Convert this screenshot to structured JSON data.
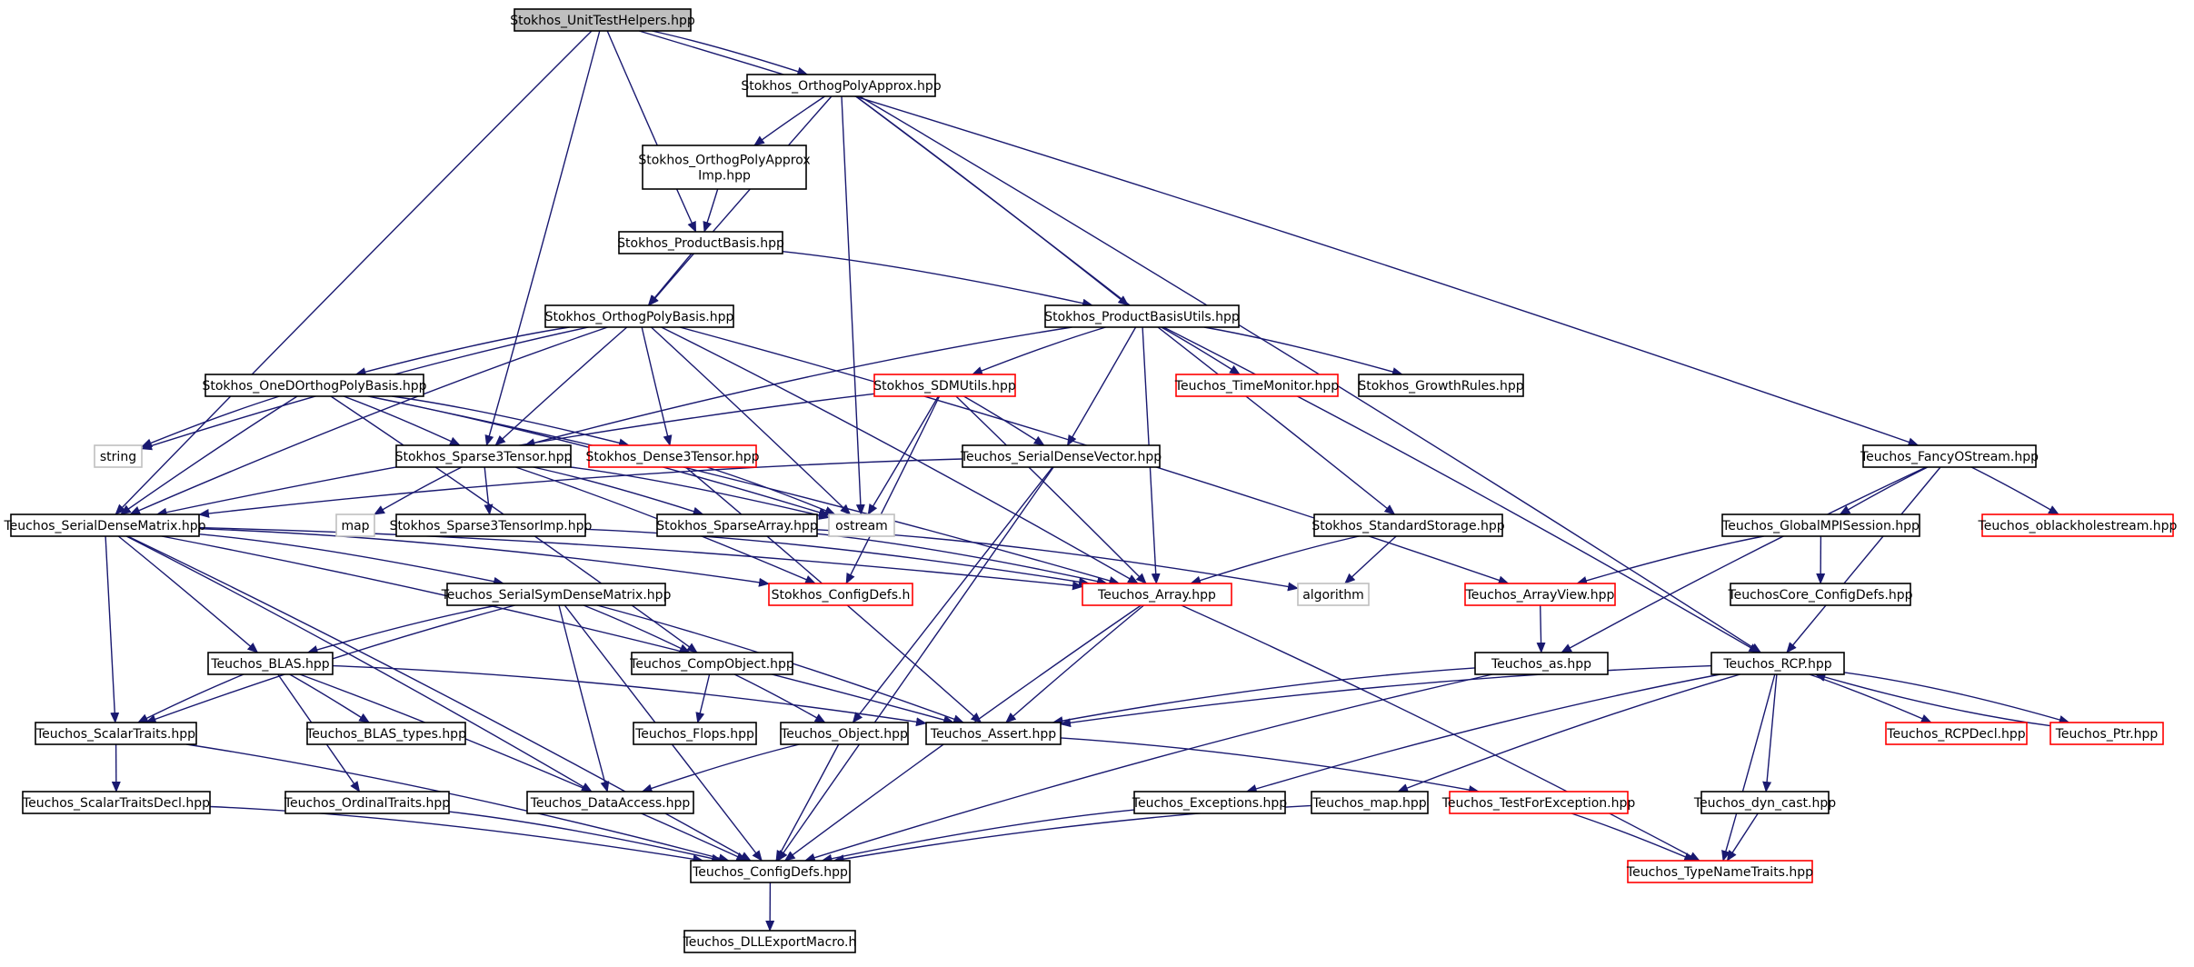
{
  "colors": {
    "edge": "#191970",
    "normal_border": "#000000",
    "truncated_border": "#ff0000",
    "system_border": "#bfbfbf",
    "root_fill": "#bfbfbf",
    "node_fill": "#ffffff"
  },
  "nodes": [
    {
      "id": "root",
      "lines": [
        "Stokhos_UnitTestHelpers.hpp"
      ],
      "style": "root"
    },
    {
      "id": "orthapprox",
      "lines": [
        "Stokhos_OrthogPolyApprox.hpp"
      ],
      "style": "normal"
    },
    {
      "id": "orthapproximp",
      "lines": [
        "Stokhos_OrthogPolyApprox",
        "Imp.hpp"
      ],
      "style": "normal"
    },
    {
      "id": "productbasis",
      "lines": [
        "Stokhos_ProductBasis.hpp"
      ],
      "style": "normal"
    },
    {
      "id": "orthbasis",
      "lines": [
        "Stokhos_OrthogPolyBasis.hpp"
      ],
      "style": "normal"
    },
    {
      "id": "pbutils",
      "lines": [
        "Stokhos_ProductBasisUtils.hpp"
      ],
      "style": "normal"
    },
    {
      "id": "oned",
      "lines": [
        "Stokhos_OneDOrthogPolyBasis.hpp"
      ],
      "style": "normal"
    },
    {
      "id": "sdmutils",
      "lines": [
        "Stokhos_SDMUtils.hpp"
      ],
      "style": "truncated"
    },
    {
      "id": "timemonitor",
      "lines": [
        "Teuchos_TimeMonitor.hpp"
      ],
      "style": "truncated"
    },
    {
      "id": "growthrules",
      "lines": [
        "Stokhos_GrowthRules.hpp"
      ],
      "style": "normal"
    },
    {
      "id": "string",
      "lines": [
        "string"
      ],
      "style": "system"
    },
    {
      "id": "sparse3",
      "lines": [
        "Stokhos_Sparse3Tensor.hpp"
      ],
      "style": "normal"
    },
    {
      "id": "dense3",
      "lines": [
        "Stokhos_Dense3Tensor.hpp"
      ],
      "style": "truncated"
    },
    {
      "id": "serialdensevec",
      "lines": [
        "Teuchos_SerialDenseVector.hpp"
      ],
      "style": "normal"
    },
    {
      "id": "fancyostream",
      "lines": [
        "Teuchos_FancyOStream.hpp"
      ],
      "style": "normal"
    },
    {
      "id": "serialdensematrix",
      "lines": [
        "Teuchos_SerialDenseMatrix.hpp"
      ],
      "style": "normal"
    },
    {
      "id": "map",
      "lines": [
        "map"
      ],
      "style": "system"
    },
    {
      "id": "sparse3imp",
      "lines": [
        "Stokhos_Sparse3TensorImp.hpp"
      ],
      "style": "normal"
    },
    {
      "id": "sparsearray",
      "lines": [
        "Stokhos_SparseArray.hpp"
      ],
      "style": "normal"
    },
    {
      "id": "ostream",
      "lines": [
        "ostream"
      ],
      "style": "system"
    },
    {
      "id": "stdstorage",
      "lines": [
        "Stokhos_StandardStorage.hpp"
      ],
      "style": "normal"
    },
    {
      "id": "globalmpi",
      "lines": [
        "Teuchos_GlobalMPISession.hpp"
      ],
      "style": "normal"
    },
    {
      "id": "oblackhole",
      "lines": [
        "Teuchos_oblackholestream.hpp"
      ],
      "style": "truncated"
    },
    {
      "id": "configdefsh",
      "lines": [
        "Stokhos_ConfigDefs.h"
      ],
      "style": "truncated"
    },
    {
      "id": "tarray",
      "lines": [
        "Teuchos_Array.hpp"
      ],
      "style": "truncated"
    },
    {
      "id": "algorithm",
      "lines": [
        "algorithm"
      ],
      "style": "system"
    },
    {
      "id": "arrayview",
      "lines": [
        "Teuchos_ArrayView.hpp"
      ],
      "style": "truncated"
    },
    {
      "id": "coreconfig",
      "lines": [
        "TeuchosCore_ConfigDefs.hpp"
      ],
      "style": "normal"
    },
    {
      "id": "serialsym",
      "lines": [
        "Teuchos_SerialSymDenseMatrix.hpp"
      ],
      "style": "normal"
    },
    {
      "id": "blas",
      "lines": [
        "Teuchos_BLAS.hpp"
      ],
      "style": "normal"
    },
    {
      "id": "compobject",
      "lines": [
        "Teuchos_CompObject.hpp"
      ],
      "style": "normal"
    },
    {
      "id": "as",
      "lines": [
        "Teuchos_as.hpp"
      ],
      "style": "normal"
    },
    {
      "id": "rcp",
      "lines": [
        "Teuchos_RCP.hpp"
      ],
      "style": "normal"
    },
    {
      "id": "scalartraits",
      "lines": [
        "Teuchos_ScalarTraits.hpp"
      ],
      "style": "normal"
    },
    {
      "id": "blastypes",
      "lines": [
        "Teuchos_BLAS_types.hpp"
      ],
      "style": "normal"
    },
    {
      "id": "flops",
      "lines": [
        "Teuchos_Flops.hpp"
      ],
      "style": "normal"
    },
    {
      "id": "object",
      "lines": [
        "Teuchos_Object.hpp"
      ],
      "style": "normal"
    },
    {
      "id": "assert",
      "lines": [
        "Teuchos_Assert.hpp"
      ],
      "style": "normal"
    },
    {
      "id": "rcpdecl",
      "lines": [
        "Teuchos_RCPDecl.hpp"
      ],
      "style": "truncated"
    },
    {
      "id": "ptr",
      "lines": [
        "Teuchos_Ptr.hpp"
      ],
      "style": "truncated"
    },
    {
      "id": "scalartraitsdecl",
      "lines": [
        "Teuchos_ScalarTraitsDecl.hpp"
      ],
      "style": "normal"
    },
    {
      "id": "ordinaltraits",
      "lines": [
        "Teuchos_OrdinalTraits.hpp"
      ],
      "style": "normal"
    },
    {
      "id": "dataaccess",
      "lines": [
        "Teuchos_DataAccess.hpp"
      ],
      "style": "normal"
    },
    {
      "id": "exceptions",
      "lines": [
        "Teuchos_Exceptions.hpp"
      ],
      "style": "normal"
    },
    {
      "id": "tmap",
      "lines": [
        "Teuchos_map.hpp"
      ],
      "style": "normal"
    },
    {
      "id": "testforexception",
      "lines": [
        "Teuchos_TestForException.hpp"
      ],
      "style": "truncated"
    },
    {
      "id": "dyncast",
      "lines": [
        "Teuchos_dyn_cast.hpp"
      ],
      "style": "normal"
    },
    {
      "id": "configdefs",
      "lines": [
        "Teuchos_ConfigDefs.hpp"
      ],
      "style": "normal"
    },
    {
      "id": "typenametraits",
      "lines": [
        "Teuchos_TypeNameTraits.hpp"
      ],
      "style": "truncated"
    },
    {
      "id": "dllexport",
      "lines": [
        "Teuchos_DLLExportMacro.h"
      ],
      "style": "normal"
    }
  ],
  "edges": [
    [
      "root",
      "serialdensematrix"
    ],
    [
      "root",
      "sparse3"
    ],
    [
      "root",
      "productbasis"
    ],
    [
      "root",
      "orthapprox"
    ],
    [
      "root",
      "fancyostream"
    ],
    [
      "orthapprox",
      "orthapproximp"
    ],
    [
      "orthapprox",
      "orthbasis"
    ],
    [
      "orthapprox",
      "ostream"
    ],
    [
      "orthapprox",
      "pbutils"
    ],
    [
      "orthapprox",
      "stdstorage"
    ],
    [
      "orthapprox",
      "rcp"
    ],
    [
      "orthapproximp",
      "productbasis"
    ],
    [
      "productbasis",
      "orthbasis"
    ],
    [
      "productbasis",
      "pbutils"
    ],
    [
      "orthbasis",
      "oned"
    ],
    [
      "orthbasis",
      "string"
    ],
    [
      "orthbasis",
      "serialdensematrix"
    ],
    [
      "orthbasis",
      "sparse3"
    ],
    [
      "orthbasis",
      "dense3"
    ],
    [
      "orthbasis",
      "ostream"
    ],
    [
      "orthbasis",
      "tarray"
    ],
    [
      "orthbasis",
      "arrayview"
    ],
    [
      "pbutils",
      "sparse3"
    ],
    [
      "pbutils",
      "sdmutils"
    ],
    [
      "pbutils",
      "serialdensevec"
    ],
    [
      "pbutils",
      "timemonitor"
    ],
    [
      "pbutils",
      "growthrules"
    ],
    [
      "pbutils",
      "tarray"
    ],
    [
      "pbutils",
      "rcp"
    ],
    [
      "oned",
      "string"
    ],
    [
      "oned",
      "serialdensematrix"
    ],
    [
      "oned",
      "sparse3"
    ],
    [
      "oned",
      "dense3"
    ],
    [
      "oned",
      "ostream"
    ],
    [
      "oned",
      "tarray"
    ],
    [
      "oned",
      "compobject"
    ],
    [
      "sdmutils",
      "serialdensematrix"
    ],
    [
      "sdmutils",
      "serialdensevec"
    ],
    [
      "sdmutils",
      "ostream"
    ],
    [
      "sdmutils",
      "configdefsh"
    ],
    [
      "sdmutils",
      "tarray"
    ],
    [
      "sparse3",
      "map"
    ],
    [
      "sparse3",
      "sparse3imp"
    ],
    [
      "sparse3",
      "sparsearray"
    ],
    [
      "sparse3",
      "ostream"
    ],
    [
      "sparse3",
      "configdefsh"
    ],
    [
      "dense3",
      "ostream"
    ],
    [
      "dense3",
      "assert"
    ],
    [
      "serialdensevec",
      "serialdensematrix"
    ],
    [
      "serialdensevec",
      "object"
    ],
    [
      "serialdensevec",
      "configdefs"
    ],
    [
      "fancyostream",
      "globalmpi"
    ],
    [
      "fancyostream",
      "oblackhole"
    ],
    [
      "fancyostream",
      "as"
    ],
    [
      "fancyostream",
      "rcp"
    ],
    [
      "serialdensematrix",
      "serialsym"
    ],
    [
      "serialdensematrix",
      "blas"
    ],
    [
      "serialdensematrix",
      "scalartraits"
    ],
    [
      "serialdensematrix",
      "dataaccess"
    ],
    [
      "serialdensematrix",
      "configdefs"
    ],
    [
      "serialdensematrix",
      "tarray"
    ],
    [
      "serialdensematrix",
      "assert"
    ],
    [
      "serialdensematrix",
      "configdefsh"
    ],
    [
      "sparse3imp",
      "tarray"
    ],
    [
      "sparsearray",
      "tarray"
    ],
    [
      "sparsearray",
      "algorithm"
    ],
    [
      "stdstorage",
      "tarray"
    ],
    [
      "stdstorage",
      "algorithm"
    ],
    [
      "globalmpi",
      "arrayview"
    ],
    [
      "globalmpi",
      "coreconfig"
    ],
    [
      "tarray",
      "assert"
    ],
    [
      "tarray",
      "configdefs"
    ],
    [
      "tarray",
      "typenametraits"
    ],
    [
      "arrayview",
      "as"
    ],
    [
      "serialsym",
      "blas"
    ],
    [
      "serialsym",
      "compobject"
    ],
    [
      "serialsym",
      "scalartraits"
    ],
    [
      "serialsym",
      "dataaccess"
    ],
    [
      "serialsym",
      "configdefs"
    ],
    [
      "serialsym",
      "assert"
    ],
    [
      "blas",
      "scalartraits"
    ],
    [
      "blas",
      "blastypes"
    ],
    [
      "blas",
      "ordinaltraits"
    ],
    [
      "blas",
      "configdefs"
    ],
    [
      "blas",
      "assert"
    ],
    [
      "compobject",
      "flops"
    ],
    [
      "compobject",
      "object"
    ],
    [
      "as",
      "assert"
    ],
    [
      "as",
      "configdefs"
    ],
    [
      "rcp",
      "assert"
    ],
    [
      "rcp",
      "rcpdecl"
    ],
    [
      "rcp",
      "ptr"
    ],
    [
      "rcp",
      "exceptions"
    ],
    [
      "rcp",
      "tmap"
    ],
    [
      "rcp",
      "dyncast"
    ],
    [
      "rcp",
      "typenametraits"
    ],
    [
      "ptr",
      "rcp"
    ],
    [
      "scalartraits",
      "scalartraitsdecl"
    ],
    [
      "scalartraits",
      "configdefs"
    ],
    [
      "scalartraitsdecl",
      "configdefs"
    ],
    [
      "ordinaltraits",
      "configdefs"
    ],
    [
      "object",
      "dataaccess"
    ],
    [
      "object",
      "configdefs"
    ],
    [
      "assert",
      "testforexception"
    ],
    [
      "exceptions",
      "configdefs"
    ],
    [
      "tmap",
      "configdefs"
    ],
    [
      "testforexception",
      "typenametraits"
    ],
    [
      "dyncast",
      "typenametraits"
    ],
    [
      "configdefs",
      "dllexport"
    ]
  ]
}
